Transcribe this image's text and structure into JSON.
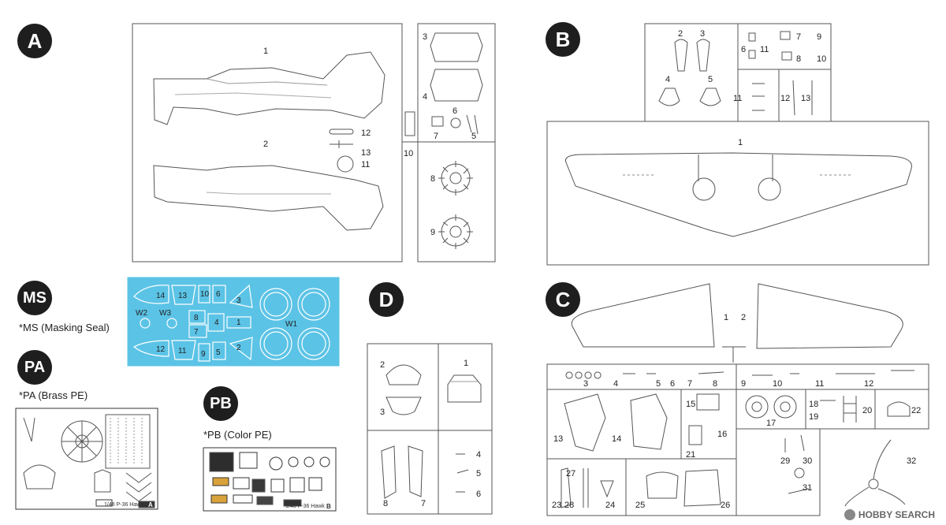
{
  "header_fragment": "",
  "sprues": {
    "A": {
      "badge": "A",
      "labels": [
        "1",
        "2",
        "3",
        "4",
        "5",
        "6",
        "7",
        "8",
        "9",
        "10",
        "11",
        "12",
        "13"
      ]
    },
    "B": {
      "badge": "B",
      "labels": [
        "1",
        "2",
        "3",
        "4",
        "5",
        "6",
        "7",
        "8",
        "9",
        "10",
        "11",
        "12",
        "13"
      ]
    },
    "C": {
      "badge": "C",
      "labels": [
        "1",
        "2",
        "3",
        "4",
        "5",
        "6",
        "7",
        "8",
        "9",
        "10",
        "11",
        "12",
        "13",
        "14",
        "15",
        "16",
        "17",
        "18",
        "19",
        "20",
        "21",
        "22",
        "23",
        "24",
        "25",
        "26",
        "27",
        "28",
        "29",
        "30",
        "31",
        "32"
      ]
    },
    "D": {
      "badge": "D",
      "labels": [
        "1",
        "2",
        "3",
        "4",
        "5",
        "6",
        "7",
        "8"
      ]
    }
  },
  "ms": {
    "badge": "MS",
    "caption": "*MS (Masking Seal)",
    "color": "#5bc3e6",
    "labels": [
      "14",
      "13",
      "10",
      "6",
      "3",
      "W2",
      "W3",
      "8",
      "4",
      "1",
      "W1",
      "7",
      "12",
      "11",
      "9",
      "5",
      "2"
    ]
  },
  "pa": {
    "badge": "PA",
    "caption": "*PA (Brass PE)",
    "sheet_text": "1/48 P-36 Hawk",
    "sheet_letter": "A"
  },
  "pb": {
    "badge": "PB",
    "caption": "*PB (Color PE)",
    "sheet_text": "1/48 P-36 Hawk",
    "sheet_letter": "B"
  },
  "watermark": "HOBBY SEARCH"
}
